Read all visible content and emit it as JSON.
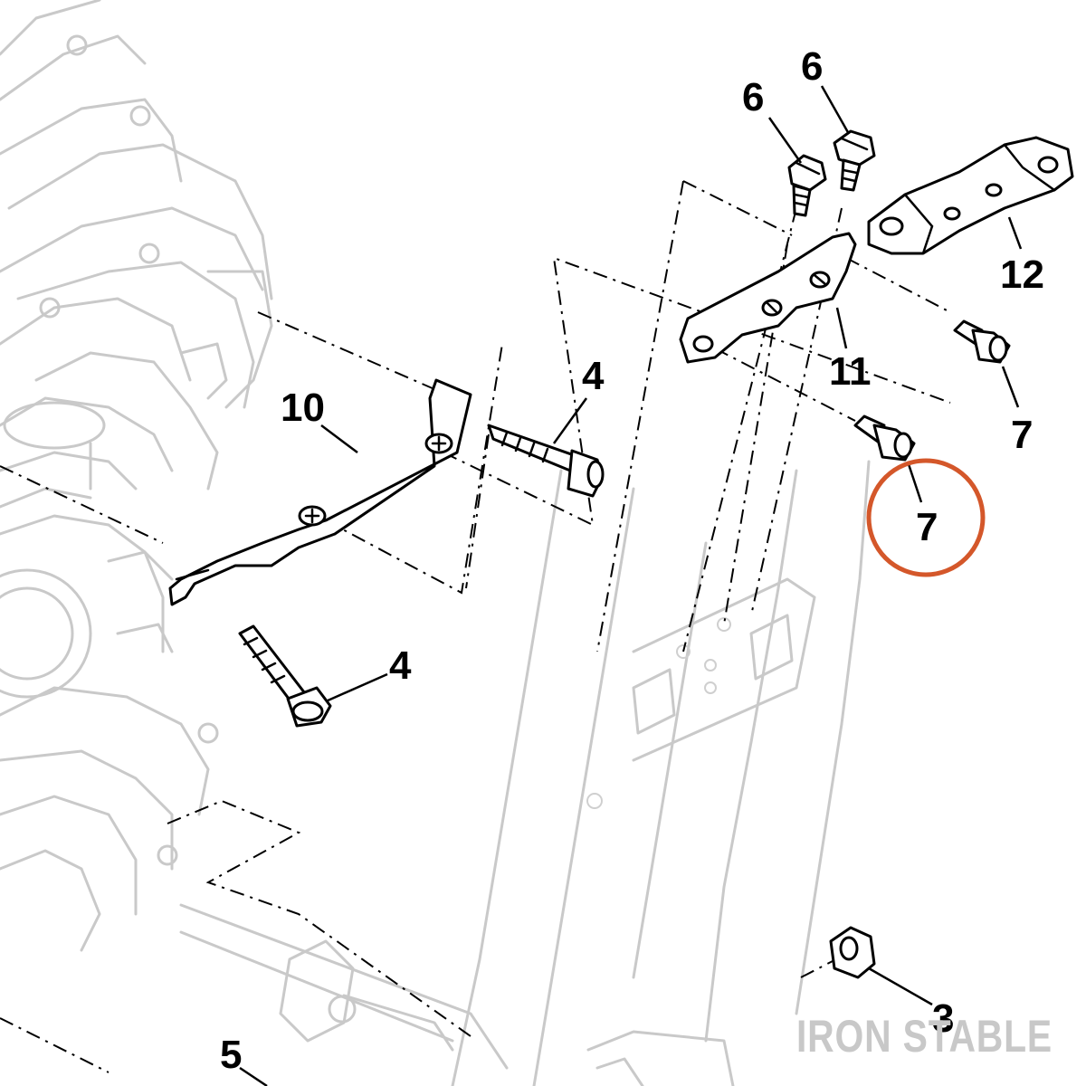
{
  "callouts": {
    "c6a": "6",
    "c6b": "6",
    "c12": "12",
    "c4a": "4",
    "c10": "10",
    "c11": "11",
    "c7a": "7",
    "c7b": "7",
    "c4b": "4",
    "c3": "3",
    "c5": "5"
  },
  "watermark": "IRON STABLE",
  "colors": {
    "highlight": "#d4572a",
    "watermark": "#c8c8c8",
    "ghost_outline": "#c9c9c9",
    "part_outline": "#000000"
  }
}
